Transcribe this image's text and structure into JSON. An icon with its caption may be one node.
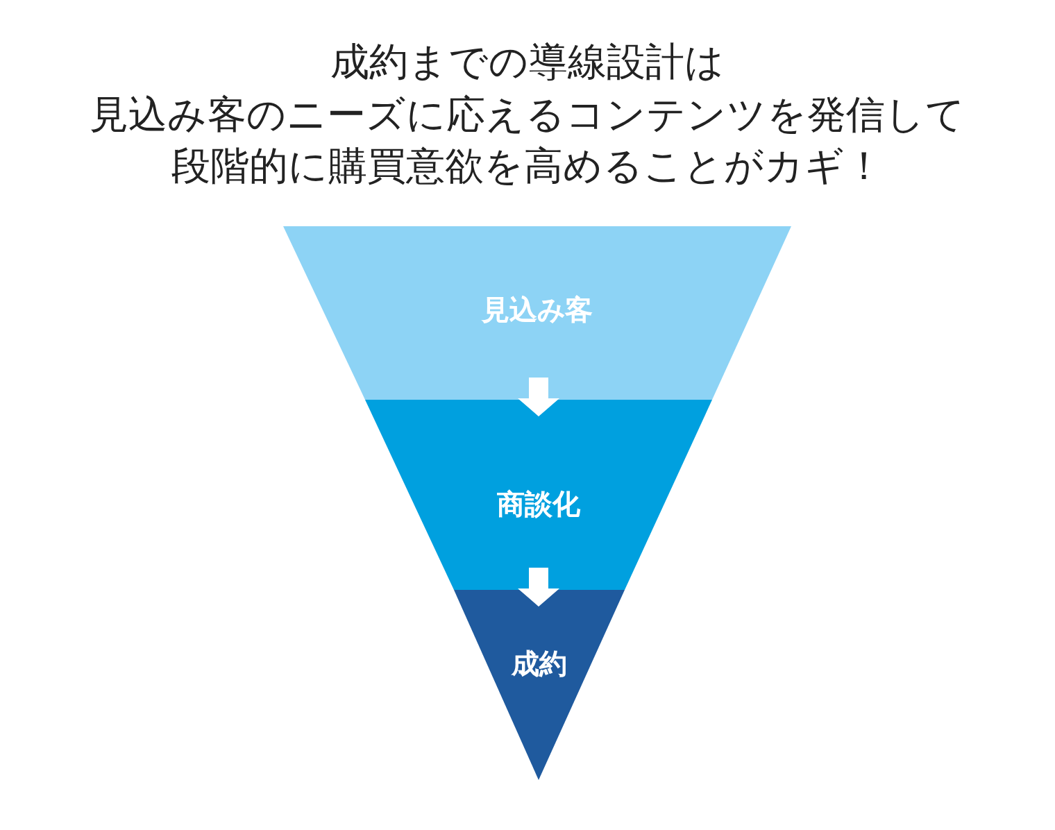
{
  "diagram": {
    "title": "成約までの導線設計は見込み客のニーズに応えるコンテンツを発信して段階的に購買意欲を高めることがカギ！",
    "nodes": [
      {
        "text": [
          "見込み客"
        ]
      },
      {
        "text": [
          "商談化"
        ]
      },
      {
        "text": [
          "成約"
        ]
      }
    ],
    "edges": [
      {
        "from": 0,
        "to": 1,
        "arrow": "to"
      },
      {
        "from": 1,
        "to": 2,
        "arrow": "to"
      }
    ]
  }
}
